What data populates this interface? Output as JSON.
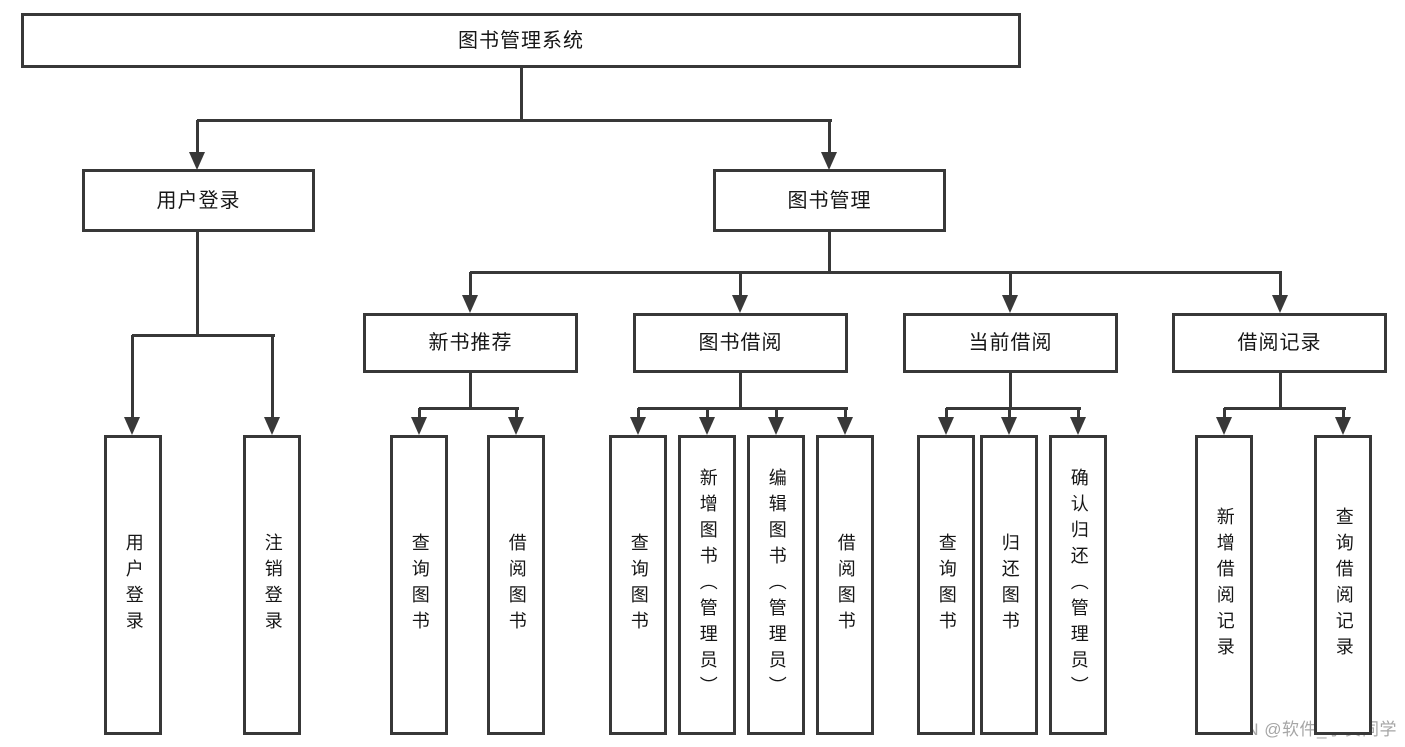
{
  "colors": {
    "line": "#383838",
    "text": "#161616",
    "background": "#ffffff",
    "watermark": "#a6a6a6"
  },
  "watermark": {
    "text": "CSDN @软件_小贺同学"
  },
  "diagram": {
    "title": "图书管理系统",
    "nodes": [
      {
        "id": "library-system",
        "label": "图书管理系统",
        "parent": null,
        "orientation": "horizontal"
      },
      {
        "id": "user-login",
        "label": "用户登录",
        "parent": "library-system",
        "orientation": "horizontal"
      },
      {
        "id": "book-management",
        "label": "图书管理",
        "parent": "library-system",
        "orientation": "horizontal"
      },
      {
        "id": "new-book-recommend",
        "label": "新书推荐",
        "parent": "book-management",
        "orientation": "horizontal"
      },
      {
        "id": "book-borrowing",
        "label": "图书借阅",
        "parent": "book-management",
        "orientation": "horizontal"
      },
      {
        "id": "current-borrowing",
        "label": "当前借阅",
        "parent": "book-management",
        "orientation": "horizontal"
      },
      {
        "id": "borrowing-records",
        "label": "借阅记录",
        "parent": "book-management",
        "orientation": "horizontal"
      },
      {
        "id": "user-login-leaf",
        "label": "用户登录",
        "parent": "user-login",
        "orientation": "vertical"
      },
      {
        "id": "logout-leaf",
        "label": "注销登录",
        "parent": "user-login",
        "orientation": "vertical"
      },
      {
        "id": "query-books-recommend",
        "label": "查询图书",
        "parent": "new-book-recommend",
        "orientation": "vertical"
      },
      {
        "id": "borrow-books-recommend",
        "label": "借阅图书",
        "parent": "new-book-recommend",
        "orientation": "vertical"
      },
      {
        "id": "query-books-borrowing",
        "label": "查询图书",
        "parent": "book-borrowing",
        "orientation": "vertical"
      },
      {
        "id": "add-book-admin",
        "label": "新增图书（管理员）",
        "parent": "book-borrowing",
        "orientation": "vertical"
      },
      {
        "id": "edit-book-admin",
        "label": "编辑图书（管理员）",
        "parent": "book-borrowing",
        "orientation": "vertical"
      },
      {
        "id": "borrow-books-borrowing",
        "label": "借阅图书",
        "parent": "book-borrowing",
        "orientation": "vertical"
      },
      {
        "id": "query-books-current",
        "label": "查询图书",
        "parent": "current-borrowing",
        "orientation": "vertical"
      },
      {
        "id": "return-book",
        "label": "归还图书",
        "parent": "current-borrowing",
        "orientation": "vertical"
      },
      {
        "id": "confirm-return-admin",
        "label": "确认归还（管理员）",
        "parent": "current-borrowing",
        "orientation": "vertical"
      },
      {
        "id": "add-borrow-record",
        "label": "新增借阅记录",
        "parent": "borrowing-records",
        "orientation": "vertical"
      },
      {
        "id": "query-borrow-record",
        "label": "查询借阅记录",
        "parent": "borrowing-records",
        "orientation": "vertical"
      }
    ]
  }
}
